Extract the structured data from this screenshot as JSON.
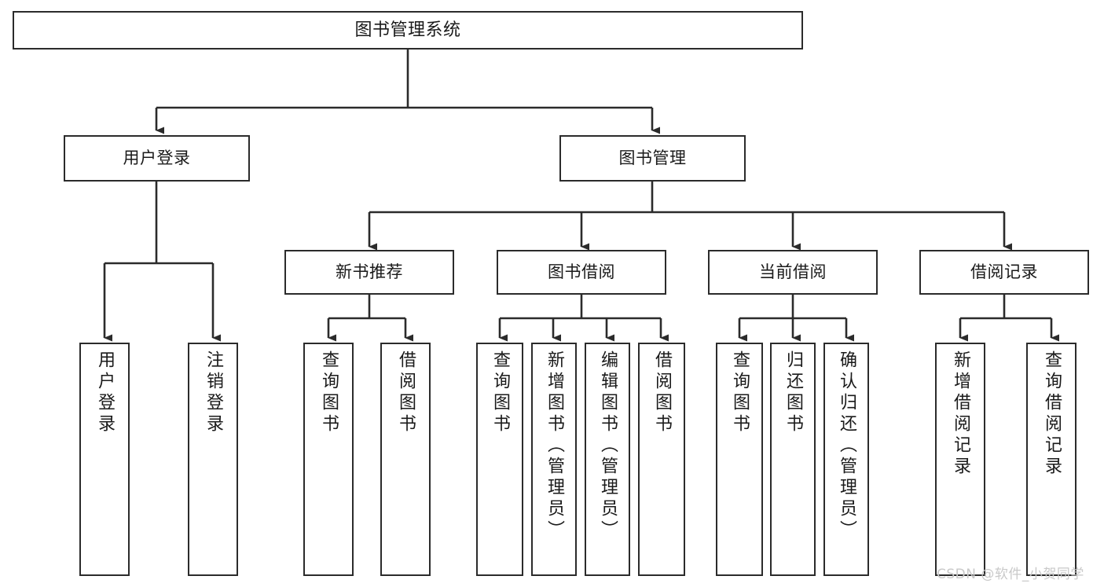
{
  "diagram": {
    "title": "图书管理系统",
    "type": "tree",
    "orientation": "top-down",
    "colors": {
      "background": "#ffffff",
      "box_border": "#2b2b2b",
      "box_fill": "#ffffff",
      "text": "#1a1a1a",
      "connector": "#2b2b2b",
      "watermark": "#c9c9c9"
    },
    "root": {
      "label": "图书管理系统"
    },
    "level2": [
      {
        "label": "用户登录"
      },
      {
        "label": "图书管理"
      }
    ],
    "level3": [
      {
        "label": "新书推荐"
      },
      {
        "label": "图书借阅"
      },
      {
        "label": "当前借阅"
      },
      {
        "label": "借阅记录"
      }
    ],
    "leaves": {
      "user_login": [
        {
          "label": "用户登录"
        },
        {
          "label": "注销登录"
        }
      ],
      "new_book_recommend": [
        {
          "label": "查询图书"
        },
        {
          "label": "借阅图书"
        }
      ],
      "book_borrow": [
        {
          "label": "查询图书"
        },
        {
          "label": "新增图书（管理员）"
        },
        {
          "label": "编辑图书（管理员）"
        },
        {
          "label": "借阅图书"
        }
      ],
      "current_borrow": [
        {
          "label": "查询图书"
        },
        {
          "label": "归还图书"
        },
        {
          "label": "确认归还（管理员）"
        }
      ],
      "borrow_record": [
        {
          "label": "新增借阅记录"
        },
        {
          "label": "查询借阅记录"
        }
      ]
    }
  },
  "watermark": {
    "text": "CSDN @软件_小贺同学"
  }
}
